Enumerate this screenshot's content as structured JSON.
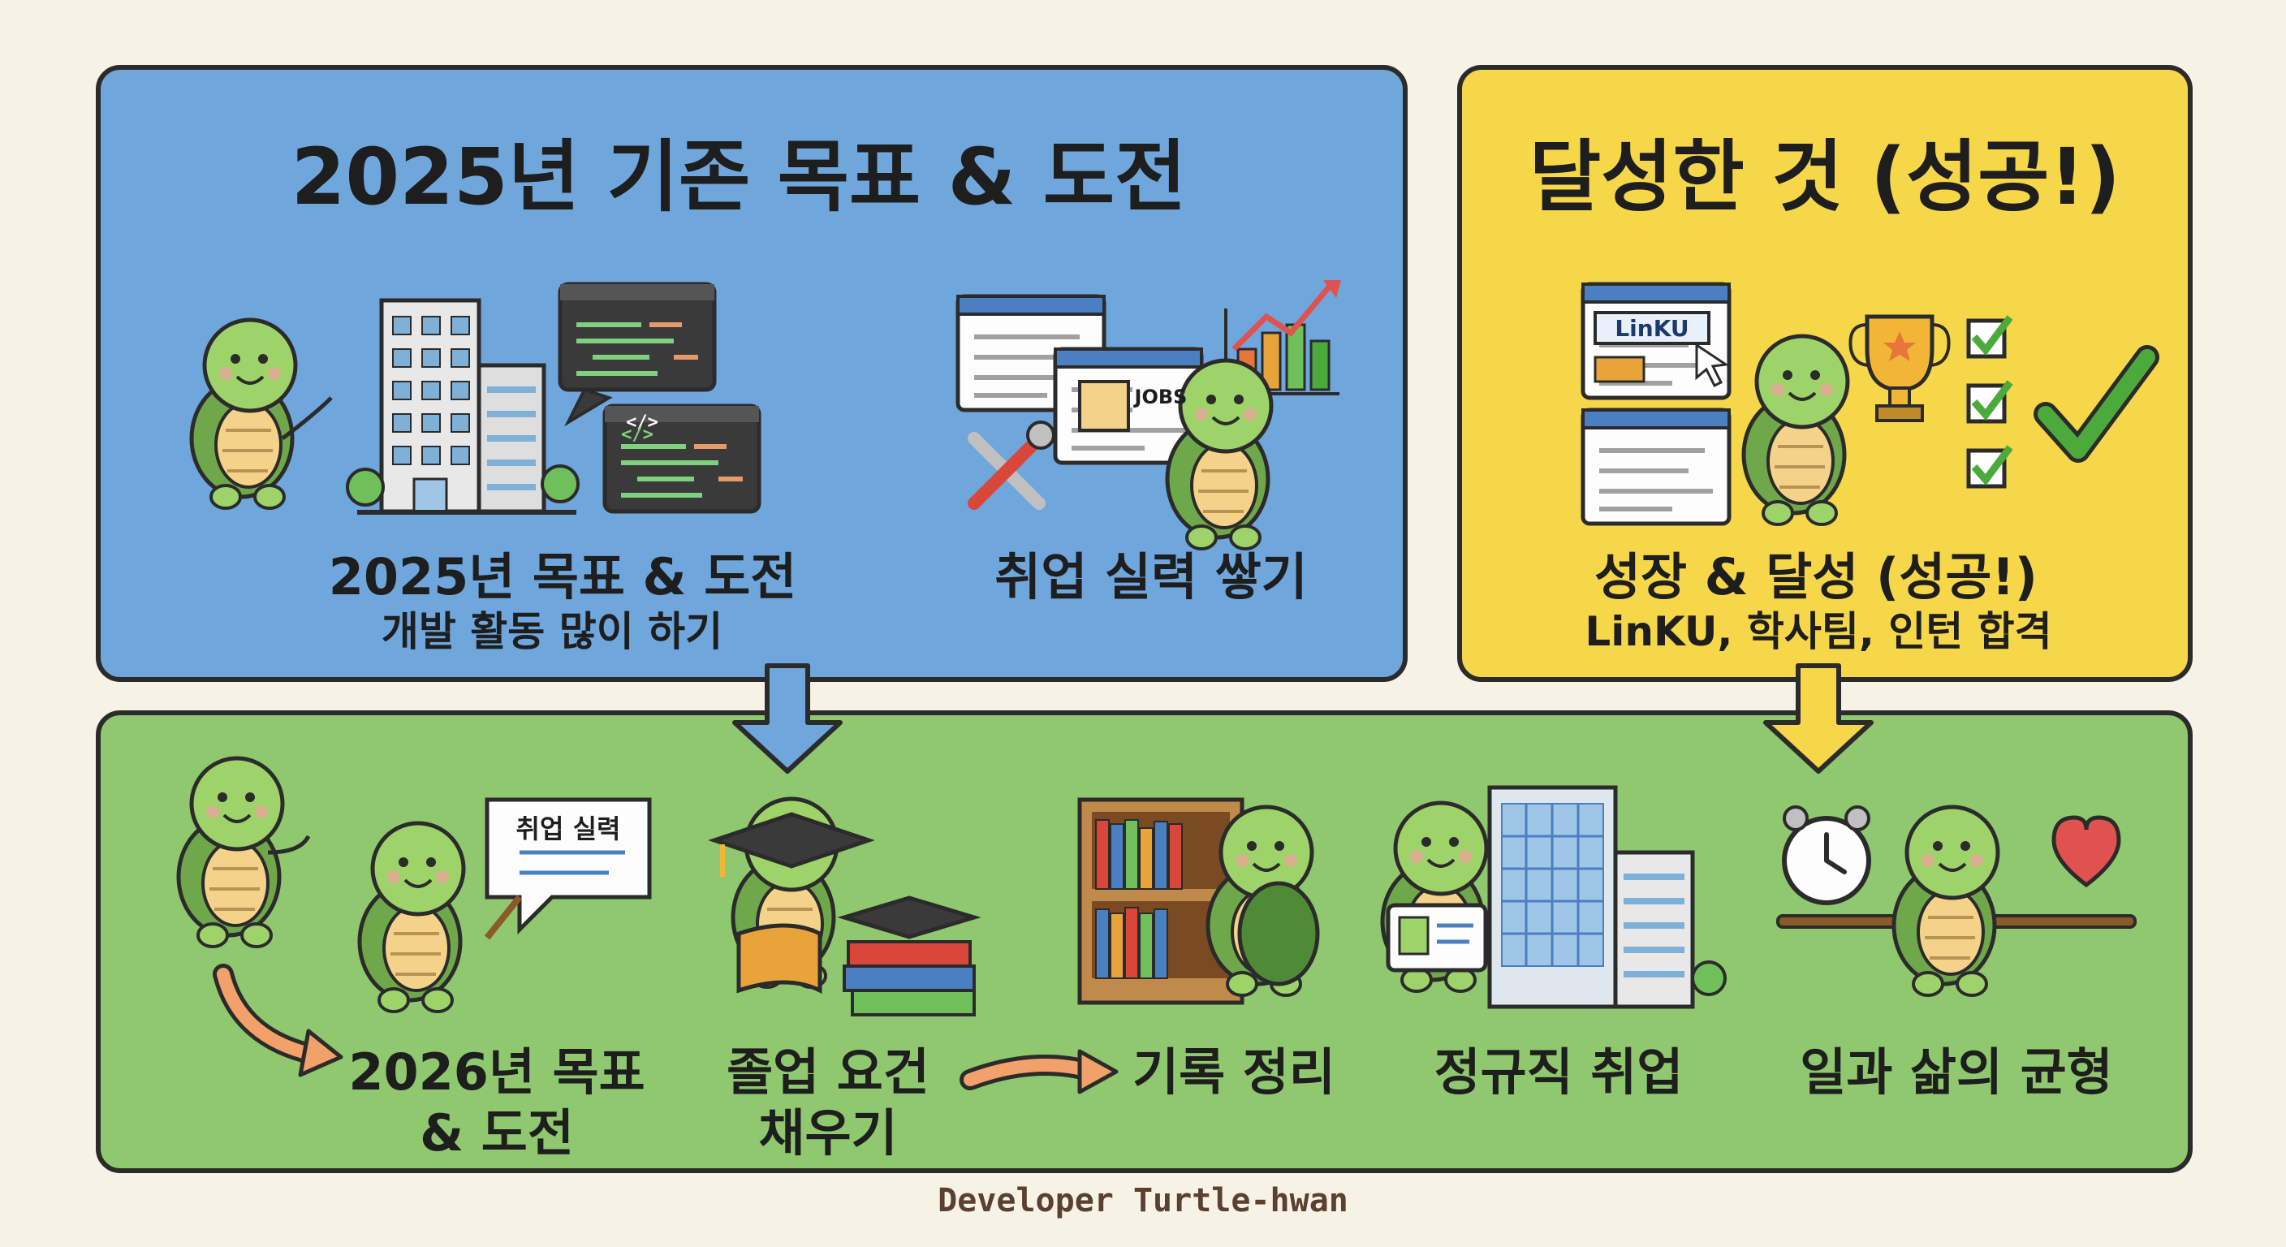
{
  "panels": {
    "goals": {
      "title": "2025년 기존 목표 & 도전",
      "item1_label": "2025년 목표 & 도전",
      "item1_sub": "개발 활동 많이 하기",
      "item2_label": "취업 실력 쌓기",
      "code_tag_1": "</>",
      "code_tag_2": "</>",
      "jobs_label": "JOBS"
    },
    "achieved": {
      "title": "달성한 것 (성공!)",
      "item_label": "성장 & 달성 (성공!)",
      "item_sub": "LinKU, 학사팀, 인턴 합격",
      "window_label": "LinKU"
    },
    "plan2026": {
      "steps": [
        {
          "line1": "2026년 목표",
          "line2": "& 도전"
        },
        {
          "line1": "졸업 요건",
          "line2": "채우기"
        },
        {
          "line1": "기록 정리",
          "line2": ""
        },
        {
          "line1": "정규직 취업",
          "line2": ""
        },
        {
          "line1": "일과 삶의 균형",
          "line2": ""
        }
      ],
      "board_label": "취업 실력"
    }
  },
  "credit": "Developer Turtle-hwan",
  "colors": {
    "blue_panel": "#6fa6dc",
    "yellow_panel": "#f6d74a",
    "green_panel": "#8fc86e",
    "turtle_skin": "#9ed36a",
    "shell": "#6fa84a",
    "arrow_blue": "#6fa6dc",
    "arrow_yellow": "#f6d74a",
    "arrow_orange": "#f3a16a",
    "check_green": "#4caa3c",
    "heart_red": "#e0524f"
  },
  "icons": [
    "turtle-icon",
    "office-building-icon",
    "code-window-icon",
    "job-board-icon",
    "tools-icon",
    "growth-chart-icon",
    "trophy-icon",
    "checkbox-icon",
    "checkmark-icon",
    "graduation-cap-icon",
    "book-icon",
    "bookshelf-icon",
    "id-badge-icon",
    "alarm-clock-icon",
    "heart-icon",
    "down-arrow-icon",
    "curved-arrow-icon"
  ]
}
